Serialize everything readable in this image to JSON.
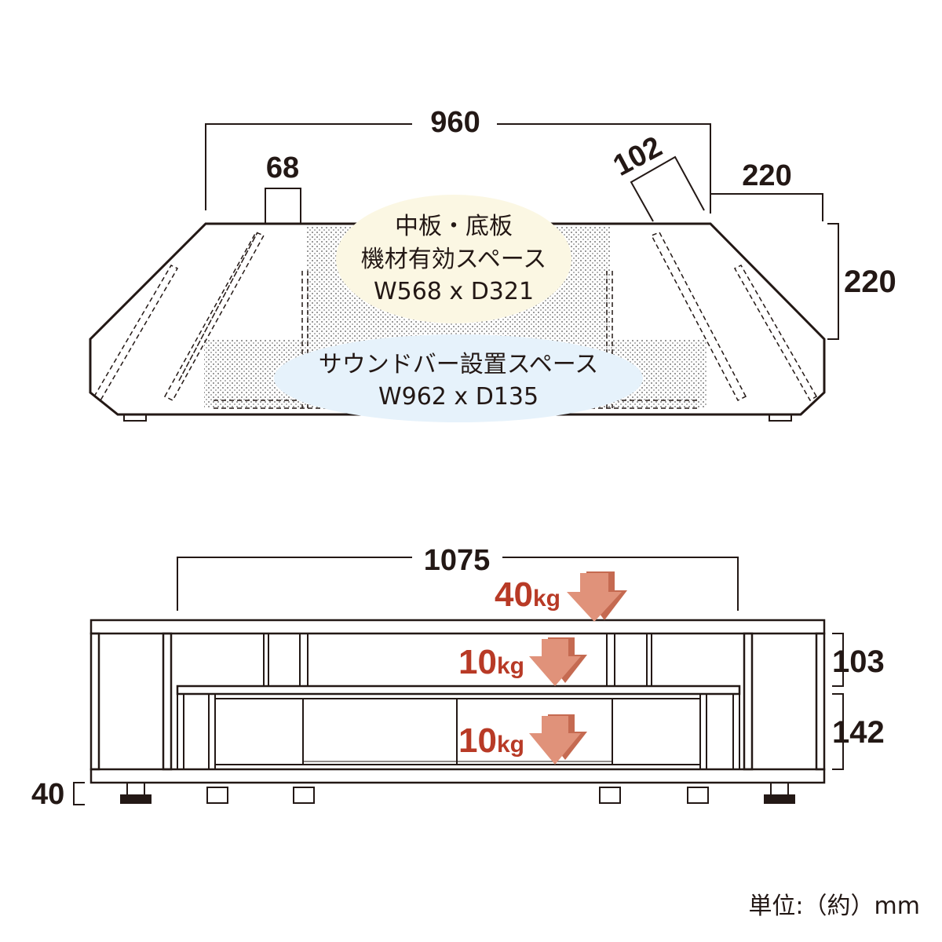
{
  "top_view": {
    "width_label": "960",
    "post_width_label": "68",
    "angled_post_label": "102",
    "side_width_label": "220",
    "side_depth_label": "220",
    "shelf_bubble": {
      "line1": "中板・底板",
      "line2": "機材有効スペース",
      "line3": "W568 x D321"
    },
    "soundbar_bubble": {
      "line1": "サウンドバー設置スペース",
      "line2": "W962 x D135"
    }
  },
  "front_view": {
    "width_label": "1075",
    "upper_height_label": "103",
    "lower_height_label": "142",
    "foot_height_label": "40",
    "loads": [
      {
        "value": "40",
        "unit": "kg"
      },
      {
        "value": "10",
        "unit": "kg"
      },
      {
        "value": "10",
        "unit": "kg"
      }
    ]
  },
  "unit_note": "単位:（約）mm",
  "colors": {
    "line": "#231815",
    "load_text": "#b83a26",
    "arrow_fill": "#e0927a",
    "arrow_shade": "#c56a51",
    "shelf_bubble": "#fbf7e3",
    "soundbar_bubble": "#e6f2fb"
  }
}
